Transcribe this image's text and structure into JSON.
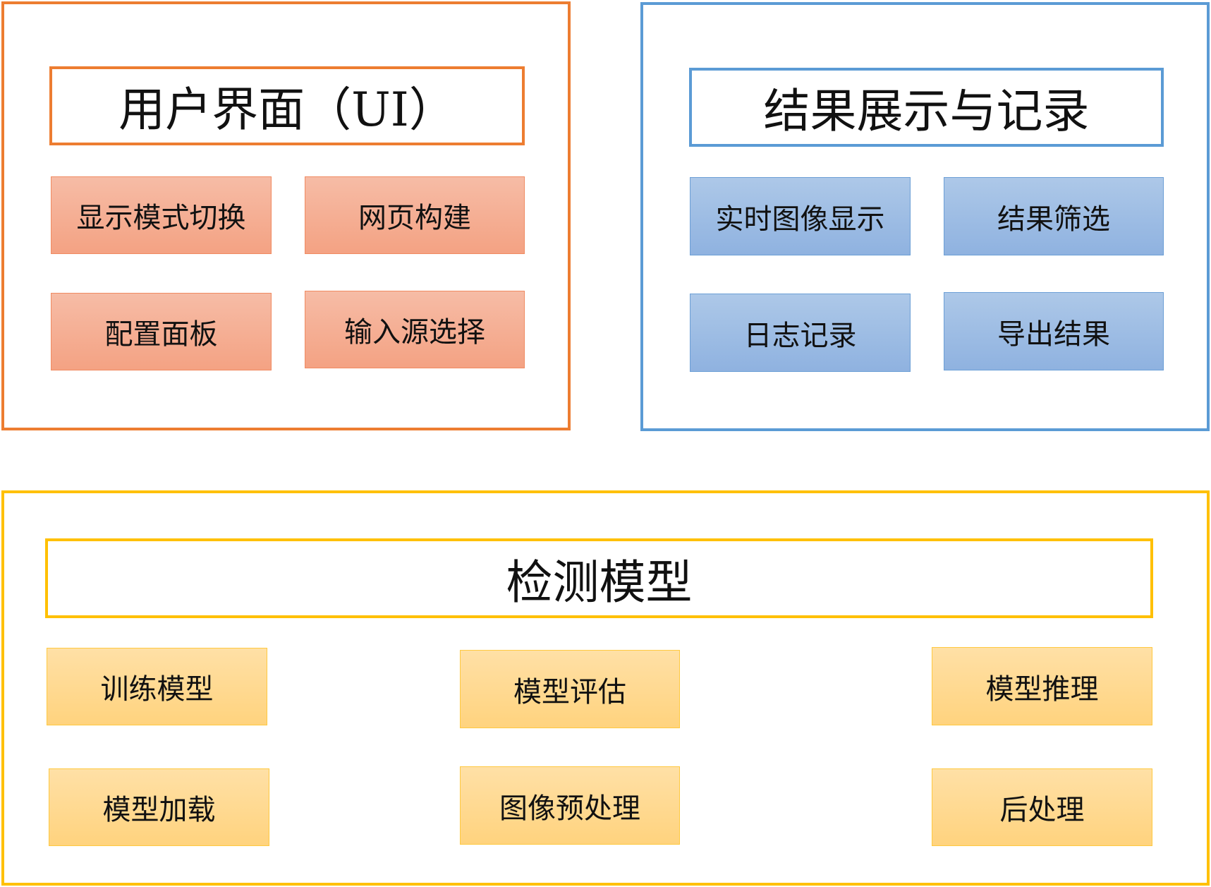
{
  "ui_group": {
    "title": "用户界面（UI）",
    "items": [
      "显示模式切换",
      "网页构建",
      "配置面板",
      "输入源选择"
    ]
  },
  "result_group": {
    "title": "结果展示与记录",
    "items": [
      "实时图像显示",
      "结果筛选",
      "日志记录",
      "导出结果"
    ]
  },
  "model_group": {
    "title": "检测模型",
    "items": [
      "训练模型",
      "模型评估",
      "模型推理",
      "模型加载",
      "图像预处理",
      "后处理"
    ]
  },
  "colors": {
    "orange": "#ED7D31",
    "blue": "#5B9BD5",
    "yellow": "#FFC000"
  }
}
